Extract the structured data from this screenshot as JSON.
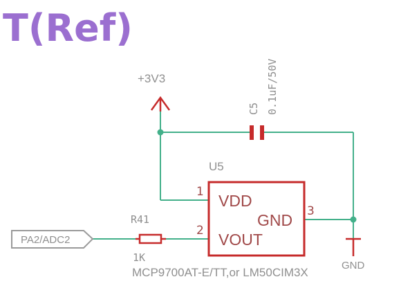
{
  "title": "T(Ref)",
  "power": {
    "supply_label": "+3V3",
    "ground_label": "GND"
  },
  "capacitor": {
    "ref": "C5",
    "value": "0.1uF/50V"
  },
  "resistor": {
    "ref": "R41",
    "value": "1K"
  },
  "chip": {
    "ref": "U5",
    "part_number": "MCP9700AT-E/TT,or LM50CIM3X",
    "pins": [
      {
        "number": "1",
        "name": "VDD"
      },
      {
        "number": "2",
        "name": "VOUT"
      },
      {
        "number": "3",
        "name": "GND"
      }
    ]
  },
  "port": {
    "label": "PA2/ADC2"
  },
  "colors": {
    "title": "#9b6fd0",
    "wire": "#43b08a",
    "part": "#c62b2b",
    "text": "#8f8f8f"
  }
}
